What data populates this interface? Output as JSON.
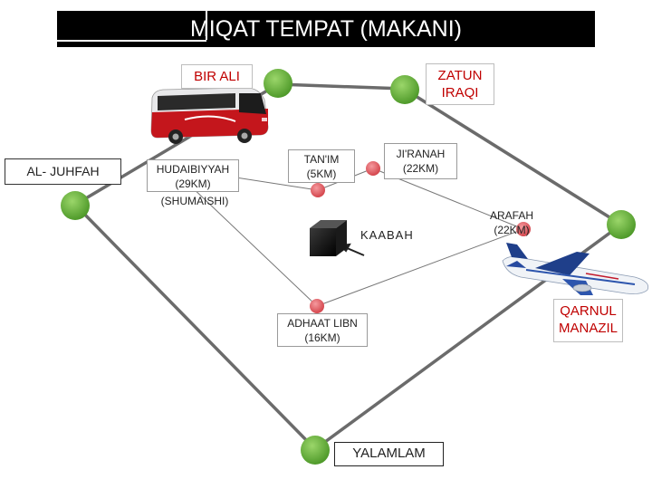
{
  "title": "MIQAT TEMPAT (MAKANI)",
  "labels": {
    "bir_ali": "BIR ALI",
    "zatun_iraqi": [
      "ZATUN",
      "IRAQI"
    ],
    "al_juhfah": "AL- JUHFAH",
    "hudaibiyyah": [
      "HUDAIBIYYAH",
      "(29KM)"
    ],
    "shumaishi": "(SHUMAISHI)",
    "tanim": [
      "TAN'IM",
      "(5KM)"
    ],
    "jiranah": [
      "JI'RANAH",
      "(22KM)"
    ],
    "arafah": [
      "ARAFAH",
      "(22KM)"
    ],
    "kaabah": "KAABAH",
    "qarnul_manazil": [
      "QARNUL",
      "MANAZIL"
    ],
    "adhaat_libn": [
      "ADHAAT LIBN",
      "(16KM)"
    ],
    "yalamlam": "YALAMLAM"
  },
  "colors": {
    "green_node": "#69b53a",
    "red_node": "#e35c62",
    "red_text": "#c00000",
    "title_bg": "#000000"
  }
}
